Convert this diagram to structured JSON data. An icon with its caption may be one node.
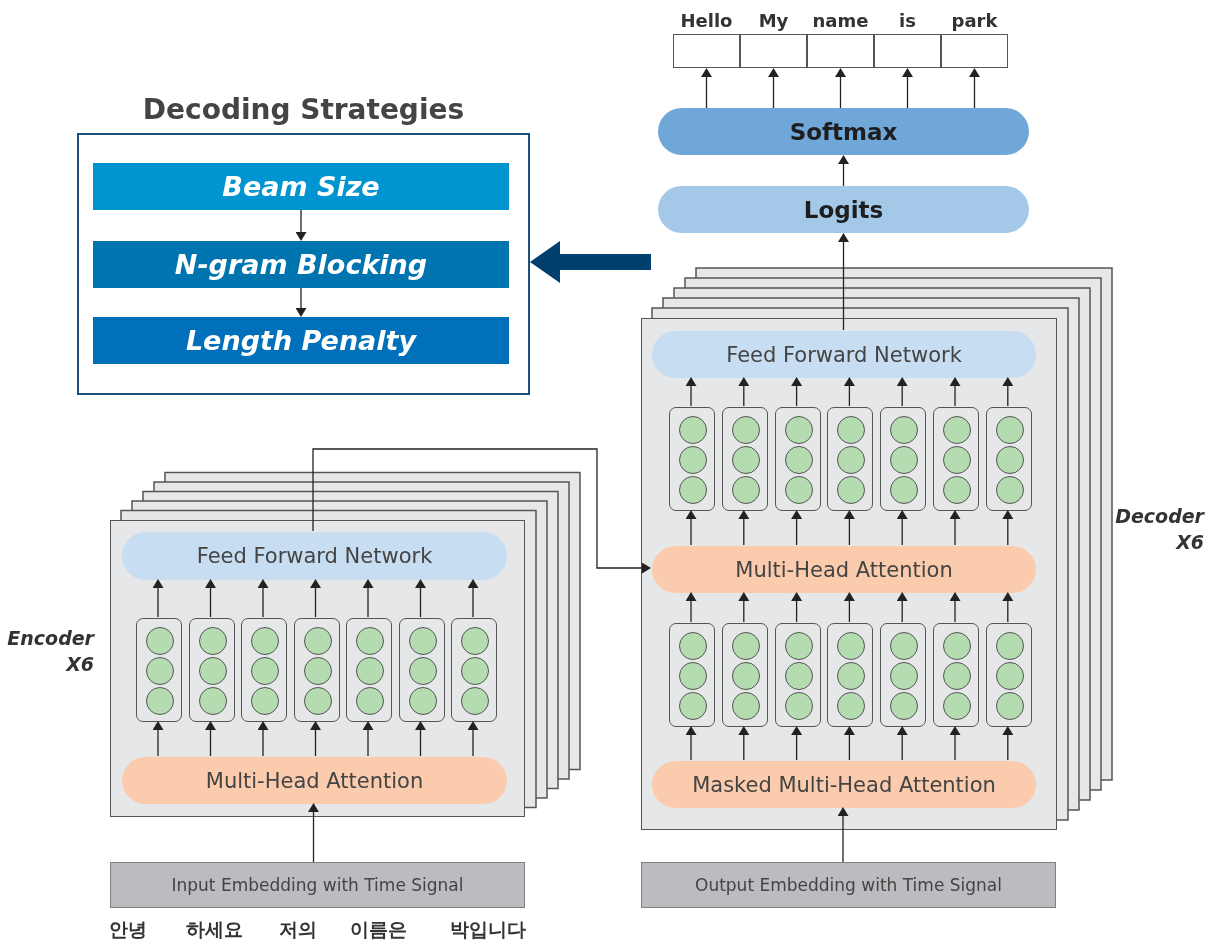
{
  "diagram": {
    "nodes": [
      {
        "text": [
          "Decoding Strategies"
        ]
      },
      {
        "text": [
          "Beam Size"
        ],
        "in": 0
      },
      {
        "text": [
          "N-gram Blocking"
        ],
        "in": 0
      },
      {
        "text": [
          "Length Penalty"
        ],
        "in": 0
      },
      {
        "text": [
          "Hello"
        ]
      },
      {
        "text": [
          "My"
        ]
      },
      {
        "text": [
          "name"
        ]
      },
      {
        "text": [
          "is"
        ]
      },
      {
        "text": [
          "park"
        ]
      },
      {
        "text": [
          "Softmax"
        ]
      },
      {
        "text": [
          "Logits"
        ]
      },
      {
        "text": [],
        "shape": "box",
        "beside": [
          "Decoder X6"
        ]
      },
      {
        "text": [
          "Feed Forward Network"
        ],
        "in": 11
      },
      {
        "text": [],
        "shape": "box",
        "in": 11
      },
      {
        "text": [],
        "shape": "box",
        "in": 11
      },
      {
        "text": [],
        "shape": "box",
        "in": 11
      },
      {
        "text": [],
        "shape": "box",
        "in": 11
      },
      {
        "text": [],
        "shape": "box",
        "in": 11
      },
      {
        "text": [],
        "shape": "box",
        "in": 11
      },
      {
        "text": [],
        "shape": "box",
        "in": 11
      },
      {
        "text": [
          "Multi-Head Attention"
        ],
        "in": 11
      },
      {
        "text": [],
        "shape": "box",
        "in": 11
      },
      {
        "text": [],
        "shape": "box",
        "in": 11
      },
      {
        "text": [],
        "shape": "box",
        "in": 11
      },
      {
        "text": [],
        "shape": "box",
        "in": 11
      },
      {
        "text": [],
        "shape": "box",
        "in": 11
      },
      {
        "text": [],
        "shape": "box",
        "in": 11
      },
      {
        "text": [],
        "shape": "box",
        "in": 11
      },
      {
        "text": [
          "Masked Multi-Head Attention"
        ],
        "in": 11
      },
      {
        "text": [
          "Output Embedding with Time Signal"
        ]
      },
      {
        "text": [],
        "shape": "box",
        "beside": [
          "Encoder X6"
        ]
      },
      {
        "text": [
          "Feed Forward Network"
        ],
        "in": 30
      },
      {
        "text": [],
        "shape": "box",
        "in": 30
      },
      {
        "text": [],
        "shape": "box",
        "in": 30
      },
      {
        "text": [],
        "shape": "box",
        "in": 30
      },
      {
        "text": [],
        "shape": "box",
        "in": 30
      },
      {
        "text": [],
        "shape": "box",
        "in": 30
      },
      {
        "text": [],
        "shape": "box",
        "in": 30
      },
      {
        "text": [],
        "shape": "box",
        "in": 30
      },
      {
        "text": [
          "Multi-Head Attention"
        ],
        "in": 30
      },
      {
        "text": [
          "Input Embedding with Time Signal"
        ]
      }
    ],
    "edges": [
      {
        "from": 1,
        "to": 2,
        "arrow": "to"
      },
      {
        "from": 2,
        "to": 3,
        "arrow": "to"
      },
      {
        "from": null,
        "to": 0,
        "arrow": "to",
        "style": "thick",
        "color": "#003f6e"
      },
      {
        "from": 9,
        "to": 4,
        "arrow": "to"
      },
      {
        "from": 9,
        "to": 5,
        "arrow": "to"
      },
      {
        "from": 9,
        "to": 6,
        "arrow": "to"
      },
      {
        "from": 9,
        "to": 7,
        "arrow": "to"
      },
      {
        "from": 9,
        "to": 8,
        "arrow": "to"
      },
      {
        "from": 10,
        "to": 9,
        "arrow": "to"
      },
      {
        "from": 12,
        "to": 10,
        "arrow": "to"
      },
      {
        "from": 13,
        "to": 12,
        "arrow": "to"
      },
      {
        "from": 14,
        "to": 12,
        "arrow": "to"
      },
      {
        "from": 15,
        "to": 12,
        "arrow": "to"
      },
      {
        "from": 16,
        "to": 12,
        "arrow": "to"
      },
      {
        "from": 17,
        "to": 12,
        "arrow": "to"
      },
      {
        "from": 18,
        "to": 12,
        "arrow": "to"
      },
      {
        "from": 19,
        "to": 12,
        "arrow": "to"
      },
      {
        "from": 20,
        "to": 13,
        "arrow": "to"
      },
      {
        "from": 20,
        "to": 14,
        "arrow": "to"
      },
      {
        "from": 20,
        "to": 15,
        "arrow": "to"
      },
      {
        "from": 20,
        "to": 16,
        "arrow": "to"
      },
      {
        "from": 20,
        "to": 17,
        "arrow": "to"
      },
      {
        "from": 20,
        "to": 18,
        "arrow": "to"
      },
      {
        "from": 20,
        "to": 19,
        "arrow": "to"
      },
      {
        "from": 21,
        "to": 20,
        "arrow": "to"
      },
      {
        "from": 22,
        "to": 20,
        "arrow": "to"
      },
      {
        "from": 23,
        "to": 20,
        "arrow": "to"
      },
      {
        "from": 24,
        "to": 20,
        "arrow": "to"
      },
      {
        "from": 25,
        "to": 20,
        "arrow": "to"
      },
      {
        "from": 26,
        "to": 20,
        "arrow": "to"
      },
      {
        "from": 27,
        "to": 20,
        "arrow": "to"
      },
      {
        "from": 28,
        "to": 21,
        "arrow": "to"
      },
      {
        "from": 28,
        "to": 22,
        "arrow": "to"
      },
      {
        "from": 28,
        "to": 23,
        "arrow": "to"
      },
      {
        "from": 28,
        "to": 24,
        "arrow": "to"
      },
      {
        "from": 28,
        "to": 25,
        "arrow": "to"
      },
      {
        "from": 28,
        "to": 26,
        "arrow": "to"
      },
      {
        "from": 28,
        "to": 27,
        "arrow": "to"
      },
      {
        "from": 29,
        "to": 28,
        "arrow": "to"
      },
      {
        "from": 31,
        "to": 20,
        "arrow": "to"
      },
      {
        "from": 32,
        "to": 31,
        "arrow": "to"
      },
      {
        "from": 33,
        "to": 31,
        "arrow": "to"
      },
      {
        "from": 34,
        "to": 31,
        "arrow": "to"
      },
      {
        "from": 35,
        "to": 31,
        "arrow": "to"
      },
      {
        "from": 36,
        "to": 31,
        "arrow": "to"
      },
      {
        "from": 37,
        "to": 31,
        "arrow": "to"
      },
      {
        "from": 38,
        "to": 31,
        "arrow": "to"
      },
      {
        "from": 39,
        "to": 32,
        "arrow": "to"
      },
      {
        "from": 39,
        "to": 33,
        "arrow": "to"
      },
      {
        "from": 39,
        "to": 34,
        "arrow": "to"
      },
      {
        "from": 39,
        "to": 35,
        "arrow": "to"
      },
      {
        "from": 39,
        "to": 36,
        "arrow": "to"
      },
      {
        "from": 39,
        "to": 37,
        "arrow": "to"
      },
      {
        "from": 39,
        "to": 38,
        "arrow": "to"
      },
      {
        "from": 40,
        "to": 39,
        "arrow": "to"
      }
    ],
    "labels": [
      "안녕",
      "하세요",
      "저의",
      "이름은",
      "박입니다"
    ]
  }
}
